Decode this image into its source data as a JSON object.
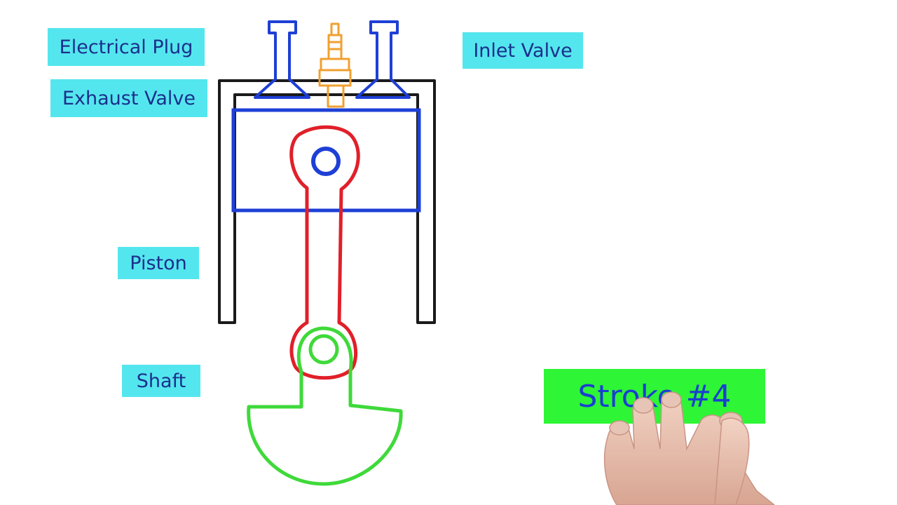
{
  "labels": {
    "electrical_plug": "Electrical Plug",
    "inlet_valve": "Inlet Valve",
    "exhaust_valve": "Exhaust Valve",
    "piston": "Piston",
    "shaft": "Shaft"
  },
  "stroke": {
    "text": "Stroke #4"
  },
  "colors": {
    "label_bg": "#54e6ee",
    "label_text": "#1b2f8c",
    "stroke_bg": "#2ef535",
    "stroke_text": "#1a3fd0",
    "cylinder": "#1a1a1a",
    "valves_piston": "#1e3fd6",
    "spark_plug": "#f0a030",
    "connecting_rod": "#e0202a",
    "crankshaft": "#3fd93a"
  }
}
